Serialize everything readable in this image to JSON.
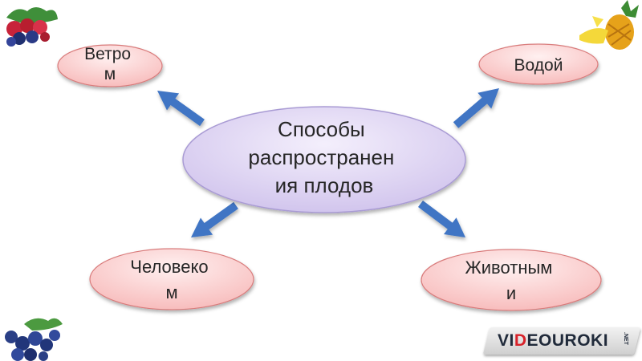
{
  "diagram": {
    "center": {
      "lines": [
        "Способы",
        "распространен",
        "ия плодов"
      ],
      "fill": "#ded4f2",
      "stroke": "#a99bd4"
    },
    "nodes": [
      {
        "id": "wind",
        "lines": [
          "Ветро",
          "м"
        ]
      },
      {
        "id": "water",
        "lines": [
          "Водой"
        ]
      },
      {
        "id": "human",
        "lines": [
          "Человеко",
          "м"
        ]
      },
      {
        "id": "animals",
        "lines": [
          "Животным",
          "и"
        ]
      }
    ],
    "node_fill": "#fbd3d3",
    "node_stroke": "#d97b7b",
    "arrow_color": "#3f74c4"
  },
  "decorations": {
    "top_left": "berries-icon",
    "top_right": "pineapple-icon",
    "bottom_left": "blueberries-icon"
  },
  "logo": {
    "prefix": "VI",
    "accent": "D",
    "rest": "EOUROKI",
    "suffix": ".NET"
  }
}
